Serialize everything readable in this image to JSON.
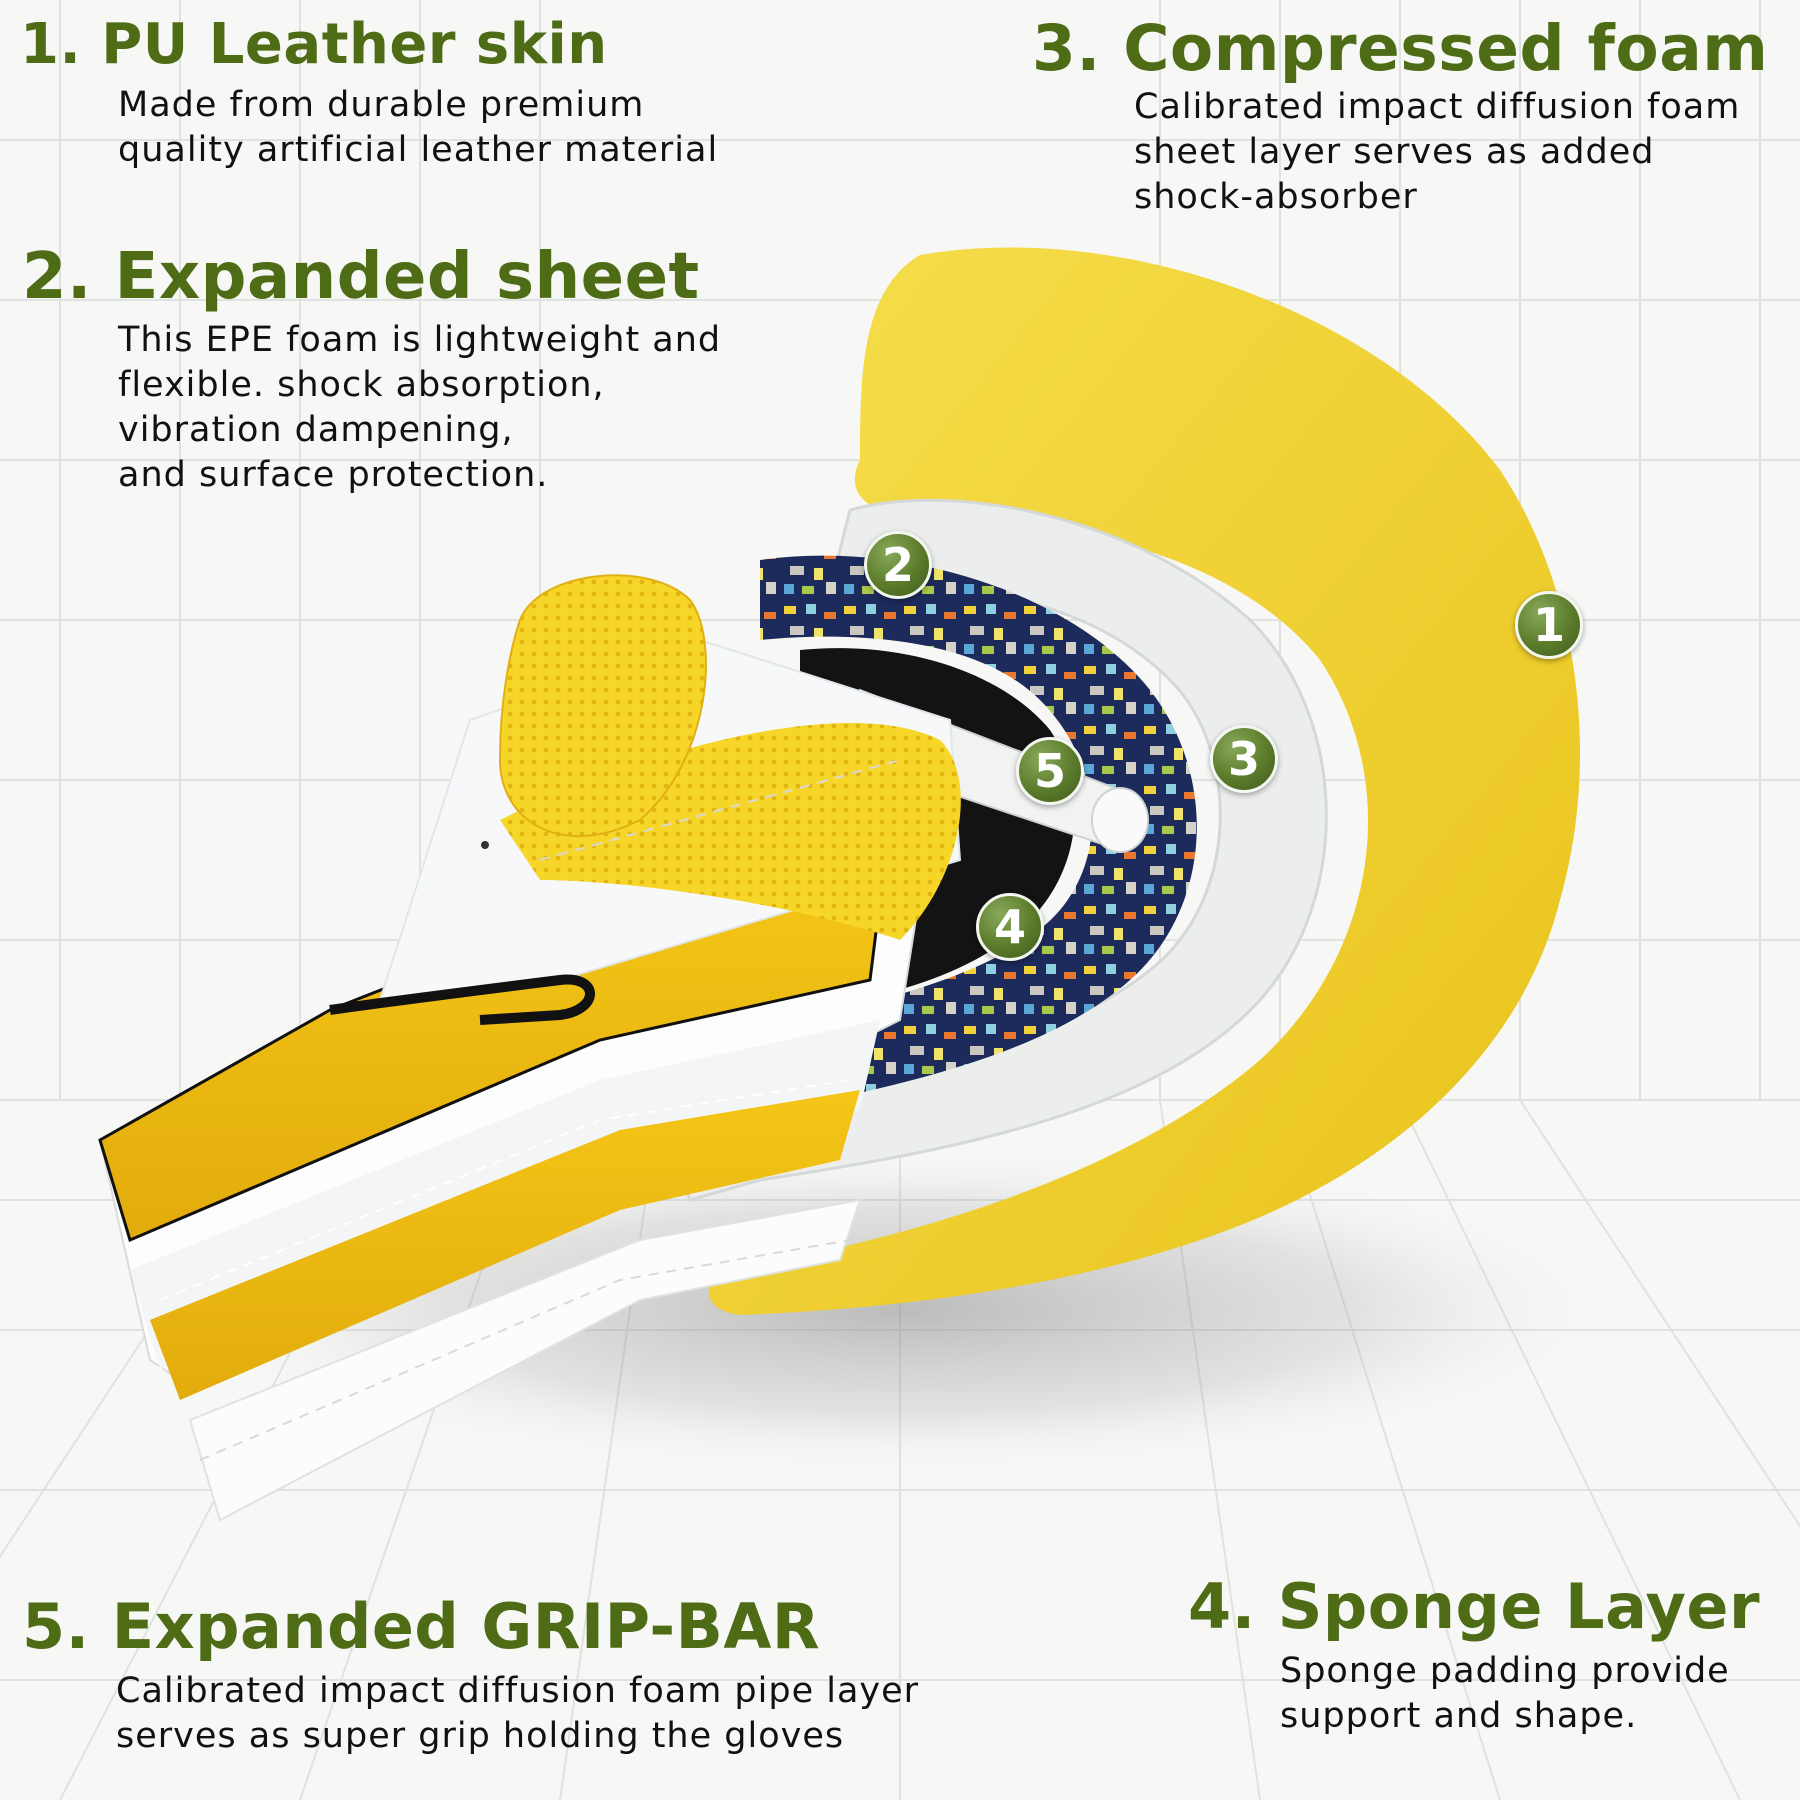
{
  "sections": [
    {
      "heading": "1. PU Leather skin",
      "lines": [
        "Made from durable premium",
        "quality artificial leather material"
      ]
    },
    {
      "heading": "2. Expanded sheet",
      "lines": [
        "This EPE foam is lightweight and",
        "flexible. shock absorption,",
        "vibration dampening,",
        "and surface protection."
      ]
    },
    {
      "heading": "3. Compressed foam",
      "lines": [
        "Calibrated impact diffusion foam",
        "sheet layer serves as added",
        "shock-absorber"
      ]
    },
    {
      "heading": "4. Sponge Layer",
      "lines": [
        "Sponge padding provide",
        "support and shape."
      ]
    },
    {
      "heading": "5. Expanded GRIP-BAR",
      "lines": [
        "Calibrated impact diffusion foam pipe layer",
        "serves as super grip holding the gloves"
      ]
    }
  ],
  "markers": [
    "1",
    "2",
    "3",
    "4",
    "5"
  ],
  "colors": {
    "heading": "#4e6b16",
    "marker": "#5b7b2b",
    "glove_yellow": "#f2c81c",
    "glove_white": "#f4f6f8"
  }
}
